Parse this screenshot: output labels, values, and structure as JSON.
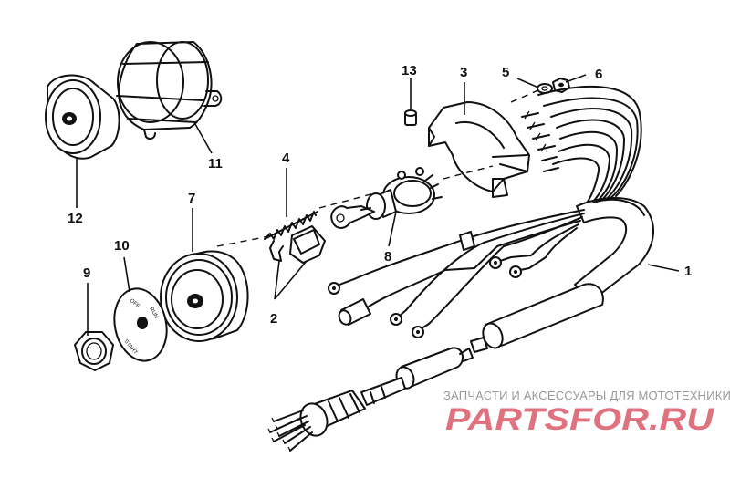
{
  "callouts": {
    "c1": "1",
    "c2": "2",
    "c3": "3",
    "c4": "4",
    "c5": "5",
    "c6": "6",
    "c7": "7",
    "c8": "8",
    "c9": "9",
    "c10": "10",
    "c11": "11",
    "c12": "12",
    "c13": "13"
  },
  "washer_text": {
    "t1": "OFF",
    "t2": "RUN",
    "t3": "START"
  },
  "watermark": {
    "subtitle": "ЗАПЧАСТИ И АКСЕССУАРЫ ДЛЯ МОТОТЕХНИКИ",
    "logo_text": "PARTSFOR.RU",
    "logo_color": "#e0727f"
  },
  "colors": {
    "ink": "#111111",
    "background": "#ffffff"
  }
}
